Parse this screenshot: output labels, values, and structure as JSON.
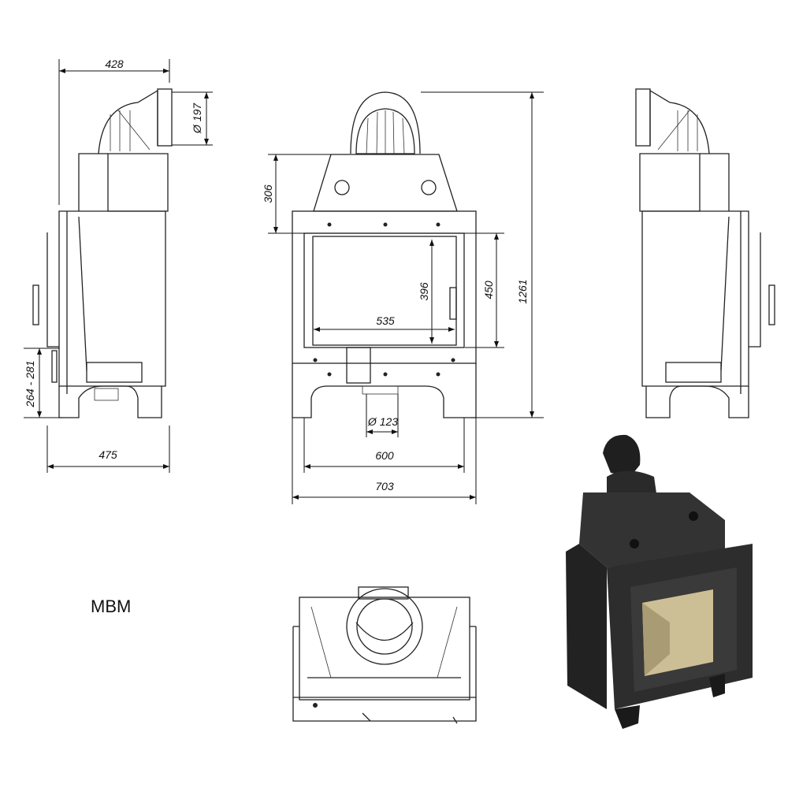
{
  "model_name": "MBM",
  "dimensions": {
    "side_depth_top": "428",
    "flue_diameter": "Ø 197",
    "hood_height": "306",
    "total_height": "1261",
    "glass_height": "396",
    "door_height": "450",
    "glass_width": "535",
    "air_inlet_height": "264 - 281",
    "side_depth_base": "475",
    "air_inlet_diameter": "Ø 123",
    "inner_width": "600",
    "total_width": "703"
  },
  "colors": {
    "line": "#222222",
    "render_body": "#2b2b2b",
    "render_glass": "#cdbf95"
  }
}
